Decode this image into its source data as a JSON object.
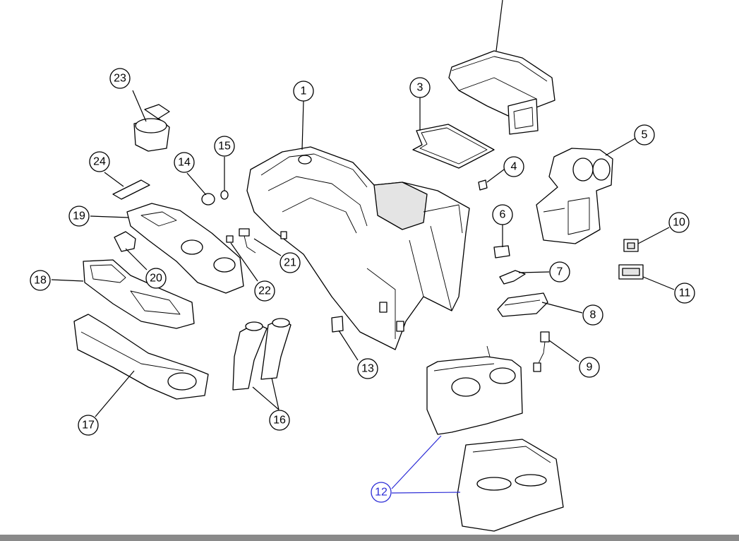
{
  "diagram": {
    "type": "exploded-parts-diagram",
    "highlight_color": "#2b2bd6",
    "line_color": "#000000",
    "footer_color": "#8a8a8a",
    "callouts": [
      {
        "label": "1",
        "highlighted": false
      },
      {
        "label": "3",
        "highlighted": false
      },
      {
        "label": "4",
        "highlighted": false
      },
      {
        "label": "5",
        "highlighted": false
      },
      {
        "label": "6",
        "highlighted": false
      },
      {
        "label": "7",
        "highlighted": false
      },
      {
        "label": "8",
        "highlighted": false
      },
      {
        "label": "9",
        "highlighted": false
      },
      {
        "label": "10",
        "highlighted": false
      },
      {
        "label": "11",
        "highlighted": false
      },
      {
        "label": "12",
        "highlighted": true
      },
      {
        "label": "13",
        "highlighted": false
      },
      {
        "label": "14",
        "highlighted": false
      },
      {
        "label": "15",
        "highlighted": false
      },
      {
        "label": "16",
        "highlighted": false
      },
      {
        "label": "17",
        "highlighted": false
      },
      {
        "label": "18",
        "highlighted": false
      },
      {
        "label": "19",
        "highlighted": false
      },
      {
        "label": "20",
        "highlighted": false
      },
      {
        "label": "21",
        "highlighted": false
      },
      {
        "label": "22",
        "highlighted": false
      },
      {
        "label": "23",
        "highlighted": false
      },
      {
        "label": "24",
        "highlighted": false
      }
    ]
  }
}
